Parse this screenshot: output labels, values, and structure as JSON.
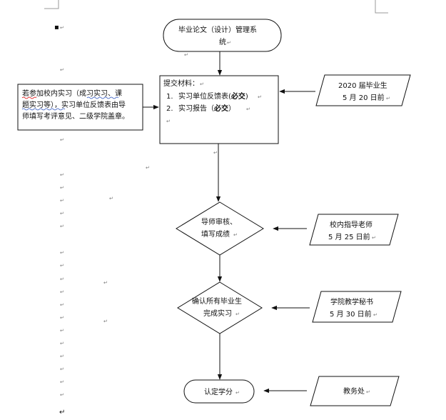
{
  "title_node": {
    "line1": "毕业论文（设计）管理系",
    "line2": "统"
  },
  "submit_box": {
    "heading": "提交材料：",
    "item1_num": "1.",
    "item1_text": "实习单位反馈表(",
    "item1_bold": "必交",
    "item1_close": ")",
    "item2_num": "2.",
    "item2_text": "实习报告（",
    "item2_bold": "必交",
    "item2_close": "）"
  },
  "note_box": {
    "line1": "若参加校内实习（成习实习、课",
    "line2": "题实习等），实习单位反馈表由导",
    "line3": "师填写考评意见、二级学院盖章。"
  },
  "student_node": {
    "line1": "2020 届毕业生",
    "line2": "5 月 20 日前"
  },
  "review_node": {
    "line1": "导师审核、",
    "line2": "填写成绩"
  },
  "advisor_node": {
    "line1": "校内指导老师",
    "line2": "5 月 25 日前"
  },
  "confirm_node": {
    "line1": "确认所有毕业生",
    "line2": "完成实习"
  },
  "secretary_node": {
    "line1": "学院教学秘书",
    "line2": "5 月 30 日前"
  },
  "credit_node": {
    "label": "认定学分"
  },
  "office_node": {
    "label": "教务处"
  },
  "marks": {
    "paragraph": "↵",
    "return_small": "↵"
  }
}
